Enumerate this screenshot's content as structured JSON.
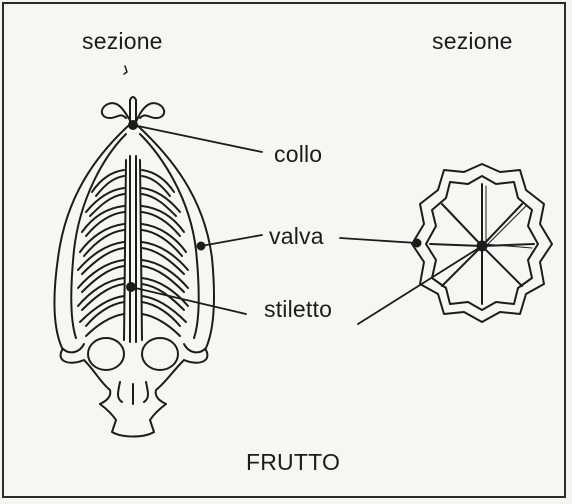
{
  "headings": {
    "left_section": "sezione",
    "right_section": "sezione"
  },
  "callouts": {
    "neck": "collo",
    "valve": "valva",
    "stylet": "stiletto"
  },
  "caption": "FRUTTO",
  "colors": {
    "ink": "#1c1c1c",
    "paper": "#f6f6f3"
  }
}
